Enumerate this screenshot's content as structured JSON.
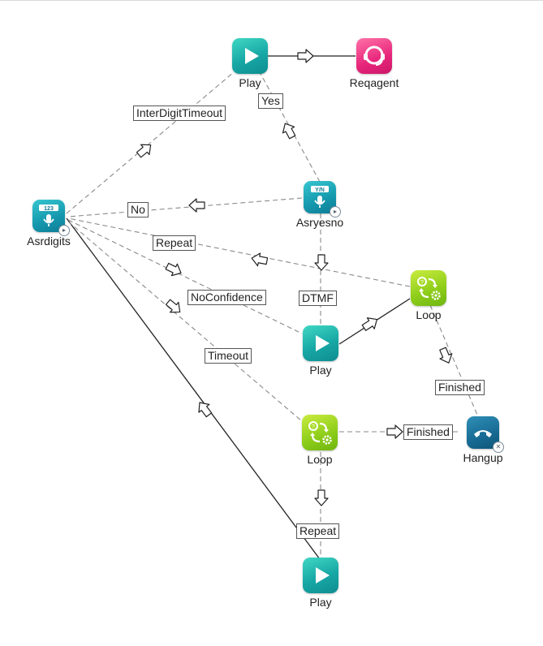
{
  "nodes": {
    "play_top": {
      "label": "Play",
      "icon": "play-icon"
    },
    "reqagent": {
      "label": "Reqagent",
      "icon": "headset-icon"
    },
    "asryesno": {
      "label": "Asryesno",
      "icon": "yes-no-mic-icon",
      "badge_text": "Y/N"
    },
    "asrdigits": {
      "label": "Asrdigits",
      "icon": "digits-mic-icon",
      "badge_text": "123"
    },
    "loop_right": {
      "label": "Loop",
      "icon": "loop-gear-icon"
    },
    "play_mid": {
      "label": "Play",
      "icon": "play-icon"
    },
    "loop_center": {
      "label": "Loop",
      "icon": "loop-gear-icon"
    },
    "hangup": {
      "label": "Hangup",
      "icon": "phone-hangup-icon"
    },
    "play_bottom": {
      "label": "Play",
      "icon": "play-icon"
    }
  },
  "edge_labels": {
    "yes": "Yes",
    "inter_digit_timeout": "InterDigitTimeout",
    "no": "No",
    "repeat_upper": "Repeat",
    "dtmf": "DTMF",
    "no_confidence": "NoConfidence",
    "timeout": "Timeout",
    "finished_right": "Finished",
    "finished_center": "Finished",
    "repeat_lower": "Repeat"
  },
  "colors": {
    "play": "#17a7a5",
    "agent": "#e7267b",
    "asr": "#1497ad",
    "loop": "#8ccc19",
    "hangup": "#176a93",
    "wire": "#222222",
    "dashed_wire": "#8a8a8a"
  }
}
